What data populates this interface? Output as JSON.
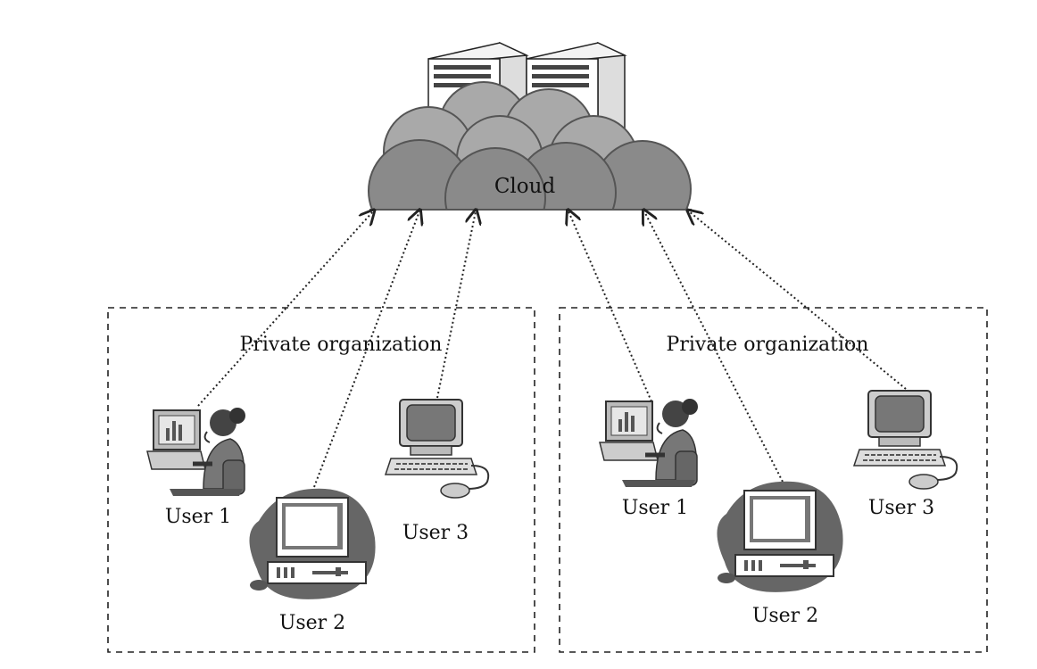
{
  "cloud": {
    "label": "Cloud"
  },
  "organizations": [
    {
      "label": "Private organization",
      "users": [
        {
          "label": "User 1",
          "icon": "woman-at-computer-icon"
        },
        {
          "label": "User 2",
          "icon": "desktop-computer-icon"
        },
        {
          "label": "User 3",
          "icon": "crt-computer-icon"
        }
      ]
    },
    {
      "label": "Private organization",
      "users": [
        {
          "label": "User 1",
          "icon": "woman-at-computer-icon"
        },
        {
          "label": "User 2",
          "icon": "desktop-computer-icon"
        },
        {
          "label": "User 3",
          "icon": "crt-computer-icon"
        }
      ]
    }
  ],
  "colors": {
    "cloud_dark": "#8a8a8a",
    "cloud_light": "#a9a9a9",
    "outline": "#555555",
    "line": "#222222"
  }
}
